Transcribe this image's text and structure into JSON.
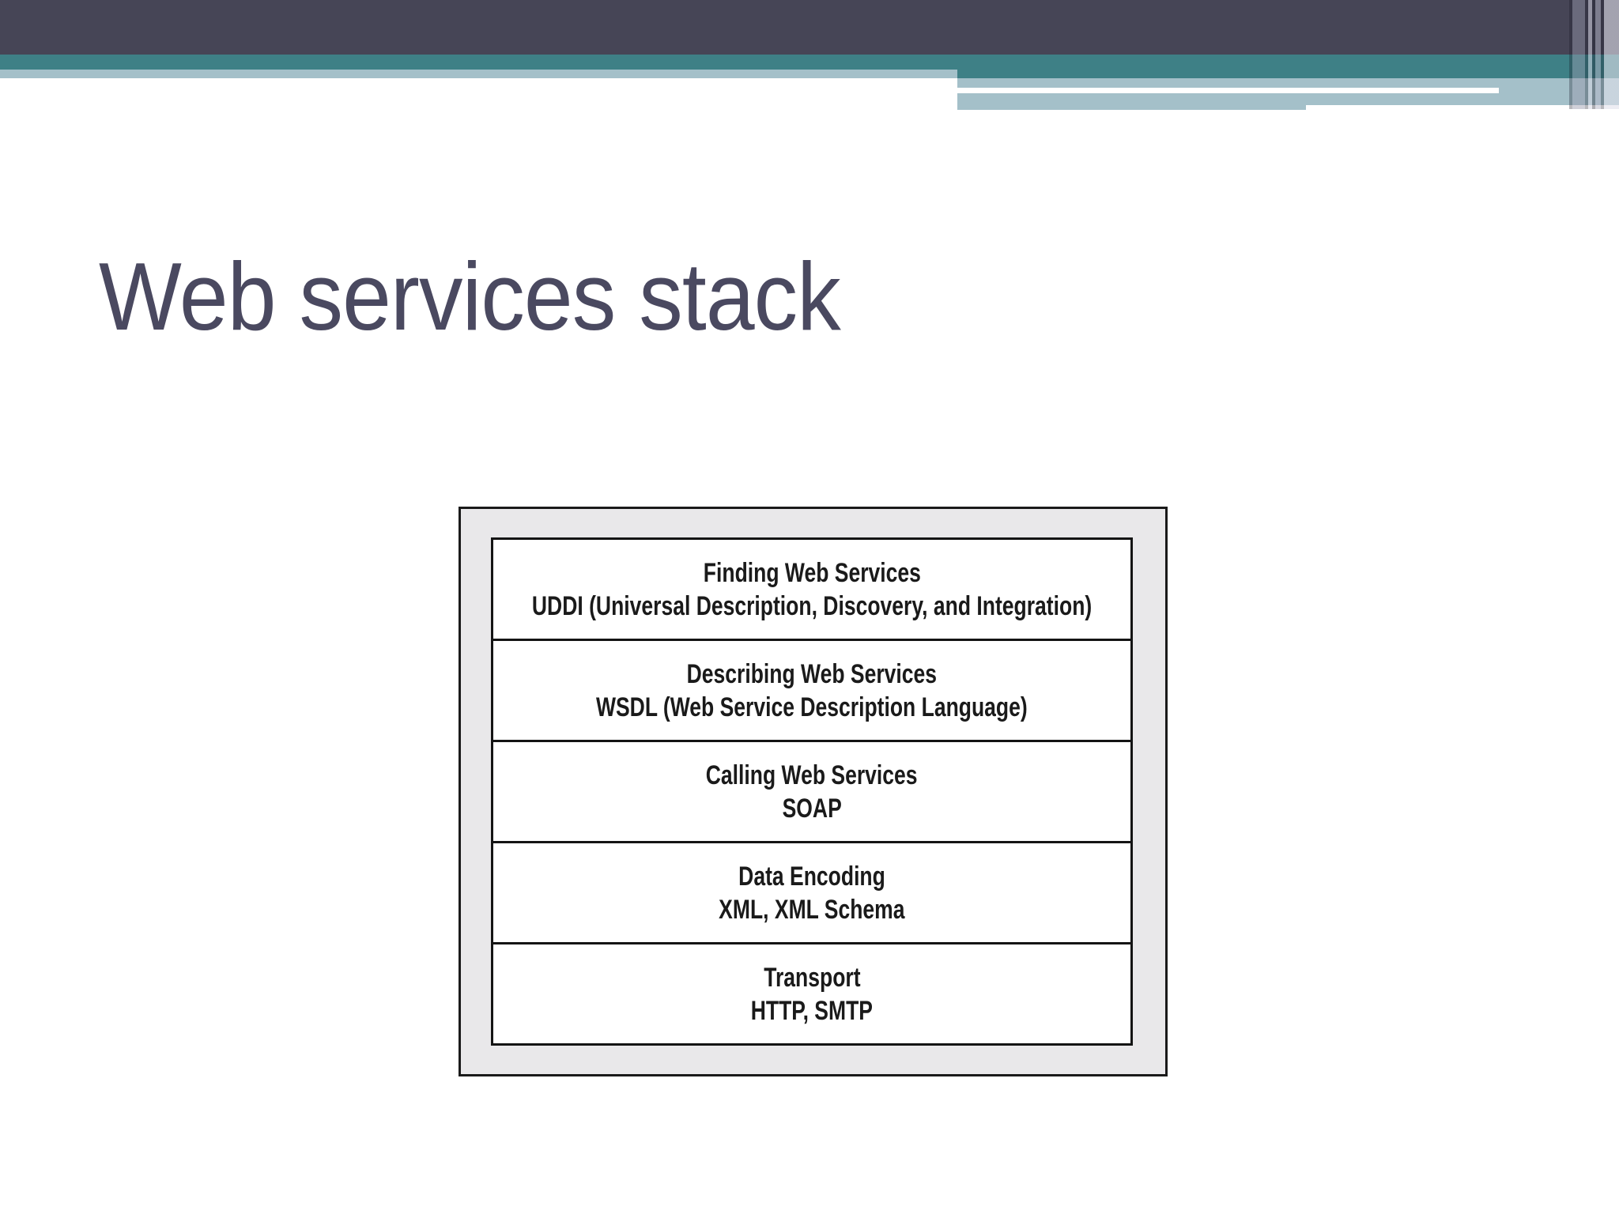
{
  "slide": {
    "title": "Web services stack"
  },
  "colors": {
    "header_dark": "#464556",
    "header_teal": "#3e8086",
    "header_light_blue": "#a4c0c9",
    "title_text": "#4a4960",
    "diagram_outer_bg": "#e9e8ea",
    "diagram_border": "#1a1a1a",
    "layer_text": "#1a1a1a"
  },
  "diagram": {
    "layers": [
      {
        "title": "Finding Web Services",
        "subtitle": "UDDI (Universal Description, Discovery, and Integration)"
      },
      {
        "title": "Describing Web Services",
        "subtitle": "WSDL (Web Service Description Language)"
      },
      {
        "title": "Calling Web Services",
        "subtitle": "SOAP"
      },
      {
        "title": "Data Encoding",
        "subtitle": "XML, XML Schema"
      },
      {
        "title": "Transport",
        "subtitle": "HTTP, SMTP"
      }
    ]
  }
}
